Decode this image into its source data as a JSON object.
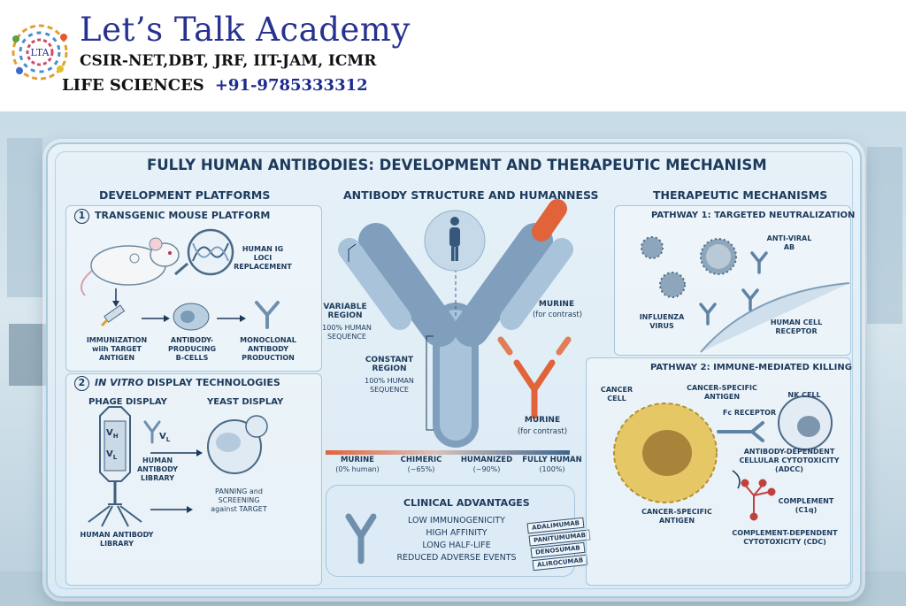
{
  "header": {
    "brand": "Let’s Talk Academy",
    "exams": "CSIR-NET,DBT, JRF, IIT-JAM, ICMR",
    "life_sciences": "LIFE SCIENCES",
    "phone": "+91-9785333312",
    "logo_text": "LTA"
  },
  "infographic": {
    "title": "FULLY HUMAN ANTIBODIES: DEVELOPMENT AND THERAPEUTIC MECHANISM",
    "development": {
      "heading": "DEVELOPMENT PLATFORMS",
      "transgenic": {
        "number": "1",
        "title": "TRANSGENIC MOUSE PLATFORM",
        "loci": "HUMAN IG LOCI REPLACEMENT",
        "immunization": "IMMUNIZATION wiih TARGET ANTIGEN",
        "bcells": "ANTIBODY-PRODUCING B-CELLS",
        "monoclonal": "MONOCLONAL ANTIBODY PRODUCTION"
      },
      "invitro": {
        "number": "2",
        "title_italic": "IN VITRO",
        "title_rest": "DISPLAY TECHNOLOGIES",
        "phage": "PHAGE DISPLAY",
        "yeast": "YEAST DISPLAY",
        "vh": "V",
        "vh_sub": "H",
        "vl": "V",
        "vl_sub": "L",
        "library_inner": "HUMAN ANTIBODY LIBRARY",
        "library_bottom": "HUMAN ANTIBODY LIBRARY",
        "panning": "PANNING and SCREENING against TARGET"
      }
    },
    "structure": {
      "heading": "ANTIBODY STRUCTURE AND HUMANNESS",
      "variable": "VARIABLE REGION",
      "variable_sub": "100% HUMAN SEQUENCE",
      "constant": "CONSTANT REGION",
      "constant_sub": "100% HUMAN SEQUENCE",
      "murine1": "MURINE",
      "murine1_sub": "(for contrast)",
      "murine2": "MURINE",
      "murine2_sub": "(for contrast)",
      "scale": [
        {
          "label": "MURINE",
          "sub": "(0% human)",
          "color": "#e0633a"
        },
        {
          "label": "CHIMERIC",
          "sub": "(~65%)",
          "color": "#d6b7ad"
        },
        {
          "label": "HUMANIZED",
          "sub": "(~90%)",
          "color": "#9ab4cb"
        },
        {
          "label": "FULLY HUMAN",
          "sub": "(100%)",
          "color": "#3c648c"
        }
      ]
    },
    "advantages": {
      "heading": "CLINICAL ADVANTAGES",
      "items": [
        "LOW IMMUNOGENICITY",
        "HIGH AFFINITY",
        "LONG HALF-LIFE",
        "REDUCED ADVERSE EVENTS"
      ],
      "drugs": [
        "ADALIMUMAB",
        "PANITUMUMAB",
        "DENOSUMAB",
        "ALIROCUMAB"
      ]
    },
    "mechanisms": {
      "heading": "THERAPEUTIC MECHANISMS",
      "pathway1": {
        "title": "PATHWAY 1: TARGETED NEUTRALIZATION",
        "antiviral": "ANTI-VIRAL AB",
        "influenza": "INFLUENZA VIRUS",
        "receptor": "HUMAN CELL RECEPTOR"
      },
      "pathway2": {
        "title": "PATHWAY 2: IMMUNE-MEDIATED KILLING",
        "cancer_cell": "CANCER CELL",
        "antigen_top": "CANCER-SPECIFIC ANTIGEN",
        "nk": "NK CELL",
        "fc": "Fc RECEPTOR",
        "adcc": "ANTIBODY-DEPENDENT CELLULAR CYTOTOXICITY (ADCC)",
        "complement": "COMPLEMENT (C1q)",
        "antigen_bottom": "CANCER-SPECIFIC ANTIGEN",
        "cdc": "COMPLEMENT-DEPENDENT CYTOTOXICITY (CDC)"
      }
    }
  },
  "colors": {
    "navy": "#1d3a5c",
    "murine_red": "#e0633a",
    "antibody_blue": "#8fb0cc",
    "board": "#e6f1f8",
    "cancer": "#e6c766"
  }
}
